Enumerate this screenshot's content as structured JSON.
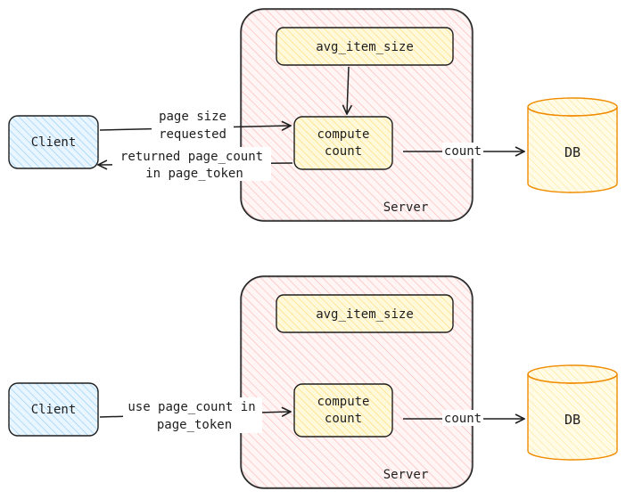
{
  "diagrams": [
    {
      "server_label": "Server",
      "avg_item_size": "avg_item_size",
      "compute": [
        "compute",
        "count"
      ],
      "client": "Client",
      "db": "DB",
      "count_label": "count",
      "request_label": [
        "page size",
        "requested"
      ],
      "response_label": [
        "returned page_count",
        "in page_token"
      ]
    },
    {
      "server_label": "Server",
      "avg_item_size": "avg_item_size",
      "compute": [
        "compute",
        "count"
      ],
      "client": "Client",
      "db": "DB",
      "count_label": "count",
      "request_label": [
        "use page_count in",
        "page_token"
      ]
    }
  ],
  "colors": {
    "server_fill": "#ffc9c9",
    "box_fill": "#ffec99",
    "client_fill": "#a5d8ff",
    "db_fill": "#fff3bf",
    "db_stroke": "#f08c00",
    "stroke": "#1e1e1e"
  }
}
